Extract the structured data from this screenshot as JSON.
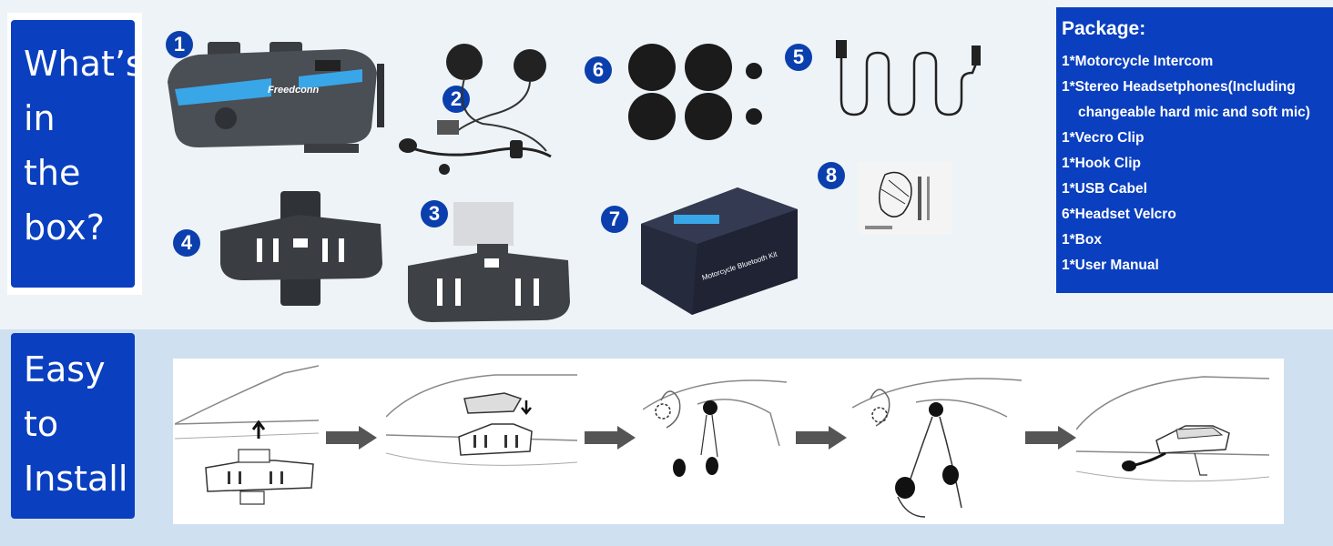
{
  "box_section": {
    "label_lines": [
      "What’s",
      "in",
      "the",
      "box?"
    ]
  },
  "install_section": {
    "label_lines": [
      "Easy",
      "to",
      "Install"
    ]
  },
  "items": [
    {
      "number": "1",
      "name": "motorcycle intercom",
      "brand": "Freedconn"
    },
    {
      "number": "2",
      "name": "stereo headset"
    },
    {
      "number": "3",
      "name": "hook clip"
    },
    {
      "number": "4",
      "name": "velcro clip"
    },
    {
      "number": "5",
      "name": "usb cable"
    },
    {
      "number": "6",
      "name": "headset velcro"
    },
    {
      "number": "7",
      "name": "box",
      "box_text": "Motorcycle Bluetooth Kit"
    },
    {
      "number": "8",
      "name": "user manual"
    }
  ],
  "package": {
    "title": "Package:",
    "lines": [
      "1*Motorcycle Intercom",
      "1*Stereo Headsetphones(Including",
      "changeable hard mic and soft mic)",
      "1*Vecro Clip",
      "1*Hook Clip",
      "1*USB Cabel",
      "6*Headset Velcro",
      "1*Box",
      "1*User Manual"
    ],
    "colors": {
      "background": "#0a3fbf",
      "text": "#ffffff"
    }
  },
  "install_steps": [
    {
      "step": 1,
      "description": "attach clip to helmet"
    },
    {
      "step": 2,
      "description": "slide intercom onto clip"
    },
    {
      "step": 3,
      "description": "place speakers inside helmet"
    },
    {
      "step": 4,
      "description": "route headset cables"
    },
    {
      "step": 5,
      "description": "installed intercom with mic"
    }
  ],
  "colors": {
    "accent": "#0a3fbf",
    "number_badge": "#0b3fae",
    "top_bg": "#eef3f7",
    "bottom_bg": "#cfe0f0"
  }
}
